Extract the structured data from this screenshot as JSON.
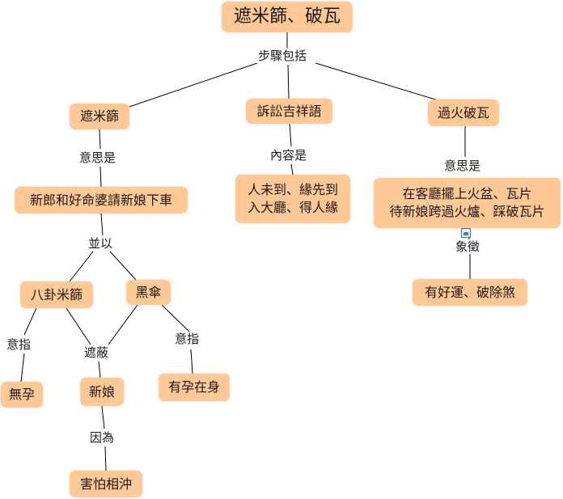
{
  "nodes": {
    "root": "遮米篩、破瓦",
    "zhemishai": "遮米篩",
    "xinlang_req": "新郎和好命婆請新娘下車",
    "bagua": "八卦米篩",
    "heisan": "黑傘",
    "wuyun": "無孕",
    "xinniang": "新娘",
    "youyun": "有孕在身",
    "haipa": "害怕相沖",
    "susong": "訴訟吉祥語",
    "content_line1": "人未到、緣先到",
    "content_line2": "入大廳、得人緣",
    "guohuo": "過火破瓦",
    "meaning_line1": "在客廳擺上火盆、瓦片",
    "meaning_line2": "待新娘跨過火爐、踩破瓦片",
    "haoyun": "有好運、破除煞"
  },
  "labels": {
    "steps": "步驟包括",
    "yisi1": "意思是",
    "bingyi": "並以",
    "yizhi1": "意指",
    "zhebi": "遮蔽",
    "yizhi2": "意指",
    "yinwei": "因為",
    "neirong": "內容是",
    "yisi2": "意思是",
    "xiangzheng": "象徵"
  },
  "colors": {
    "node_fill": "#ffc894",
    "line": "#000000",
    "text": "#1a1a1a"
  },
  "icons": [
    "image-icon"
  ]
}
